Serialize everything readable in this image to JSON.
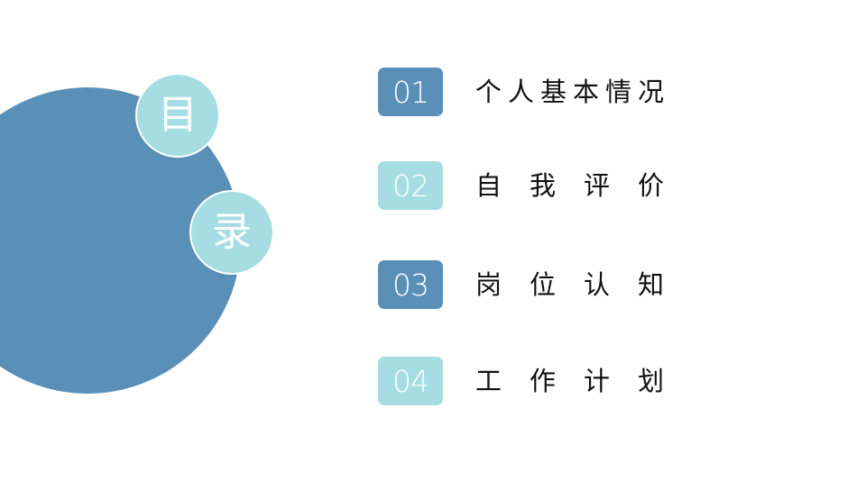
{
  "title": {
    "char_1": "目",
    "char_2": "录"
  },
  "colors": {
    "primary": "#5A8FB8",
    "secondary": "#A6DDE2",
    "text": "#111111",
    "background": "#FFFFFF"
  },
  "items": [
    {
      "number": "01",
      "label": "个人基本情况",
      "badge_color": "#5A8FB8"
    },
    {
      "number": "02",
      "label": "自我评价",
      "badge_color": "#A6DDE2"
    },
    {
      "number": "03",
      "label": "岗位认知",
      "badge_color": "#5A8FB8"
    },
    {
      "number": "04",
      "label": "工作计划",
      "badge_color": "#A6DDE2"
    }
  ]
}
